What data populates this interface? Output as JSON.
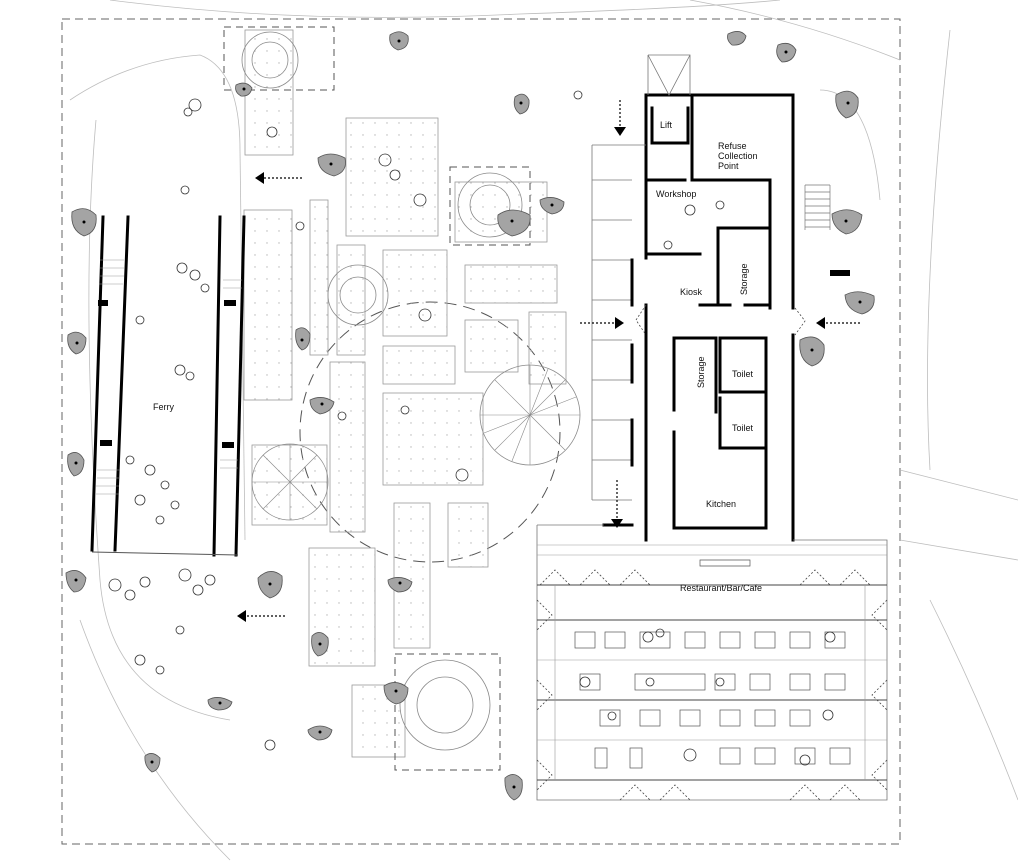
{
  "labels": {
    "lift": "Lift",
    "refuse_1": "Refuse",
    "refuse_2": "Collection",
    "refuse_3": "Point",
    "workshop": "Workshop",
    "kiosk": "Kiosk",
    "storage_upper": "Storage",
    "storage_lower": "Storage",
    "toilet_upper": "Toilet",
    "toilet_lower": "Toilet",
    "kitchen": "Kitchen",
    "restaurant": "Restaurant/Bar/Cafe",
    "ferry": "Ferry"
  },
  "icons": {
    "boulder": "boulder-icon",
    "tree": "tree-canopy-icon",
    "arrow": "circulation-arrow-icon",
    "person": "person-icon"
  }
}
